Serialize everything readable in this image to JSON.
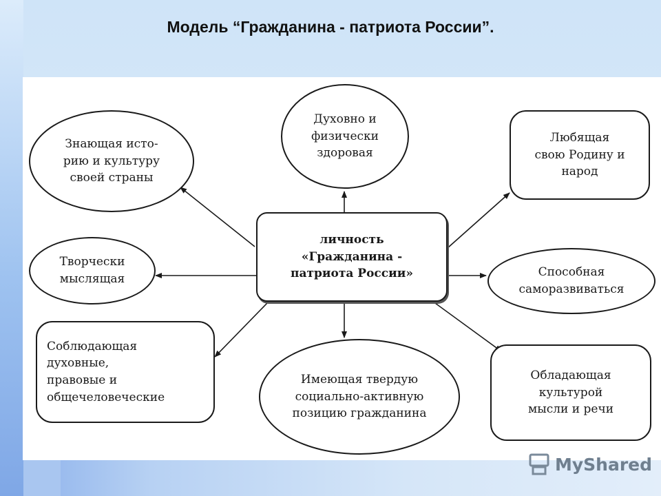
{
  "title": "Модель “Гражданина - патриота России”.",
  "diagram": {
    "center": "личность\n«Гражданина -\nпатриота России»",
    "nodes": {
      "top": "Духовно и\nфизически\nздоровая",
      "top_left": "Знающая исто-\nрию и культуру\nсвоей страны",
      "top_right": "Любящая\nсвою Родину и\nнарод",
      "middle_left": "Творчески\nмыслящая",
      "middle_right": "Способная\nсаморазвиваться",
      "bottom_left": "Соблюдающая\nдуховные,\nправовые и\nобщечеловеческие",
      "bottom": "Имеющая твердую\nсоциально-активную\nпозицию гражданина",
      "bottom_right": "Обладающая\nкультурой\nмысли и речи"
    }
  },
  "watermark": {
    "text": "MyShared",
    "icon": "myshared-logo-icon"
  }
}
